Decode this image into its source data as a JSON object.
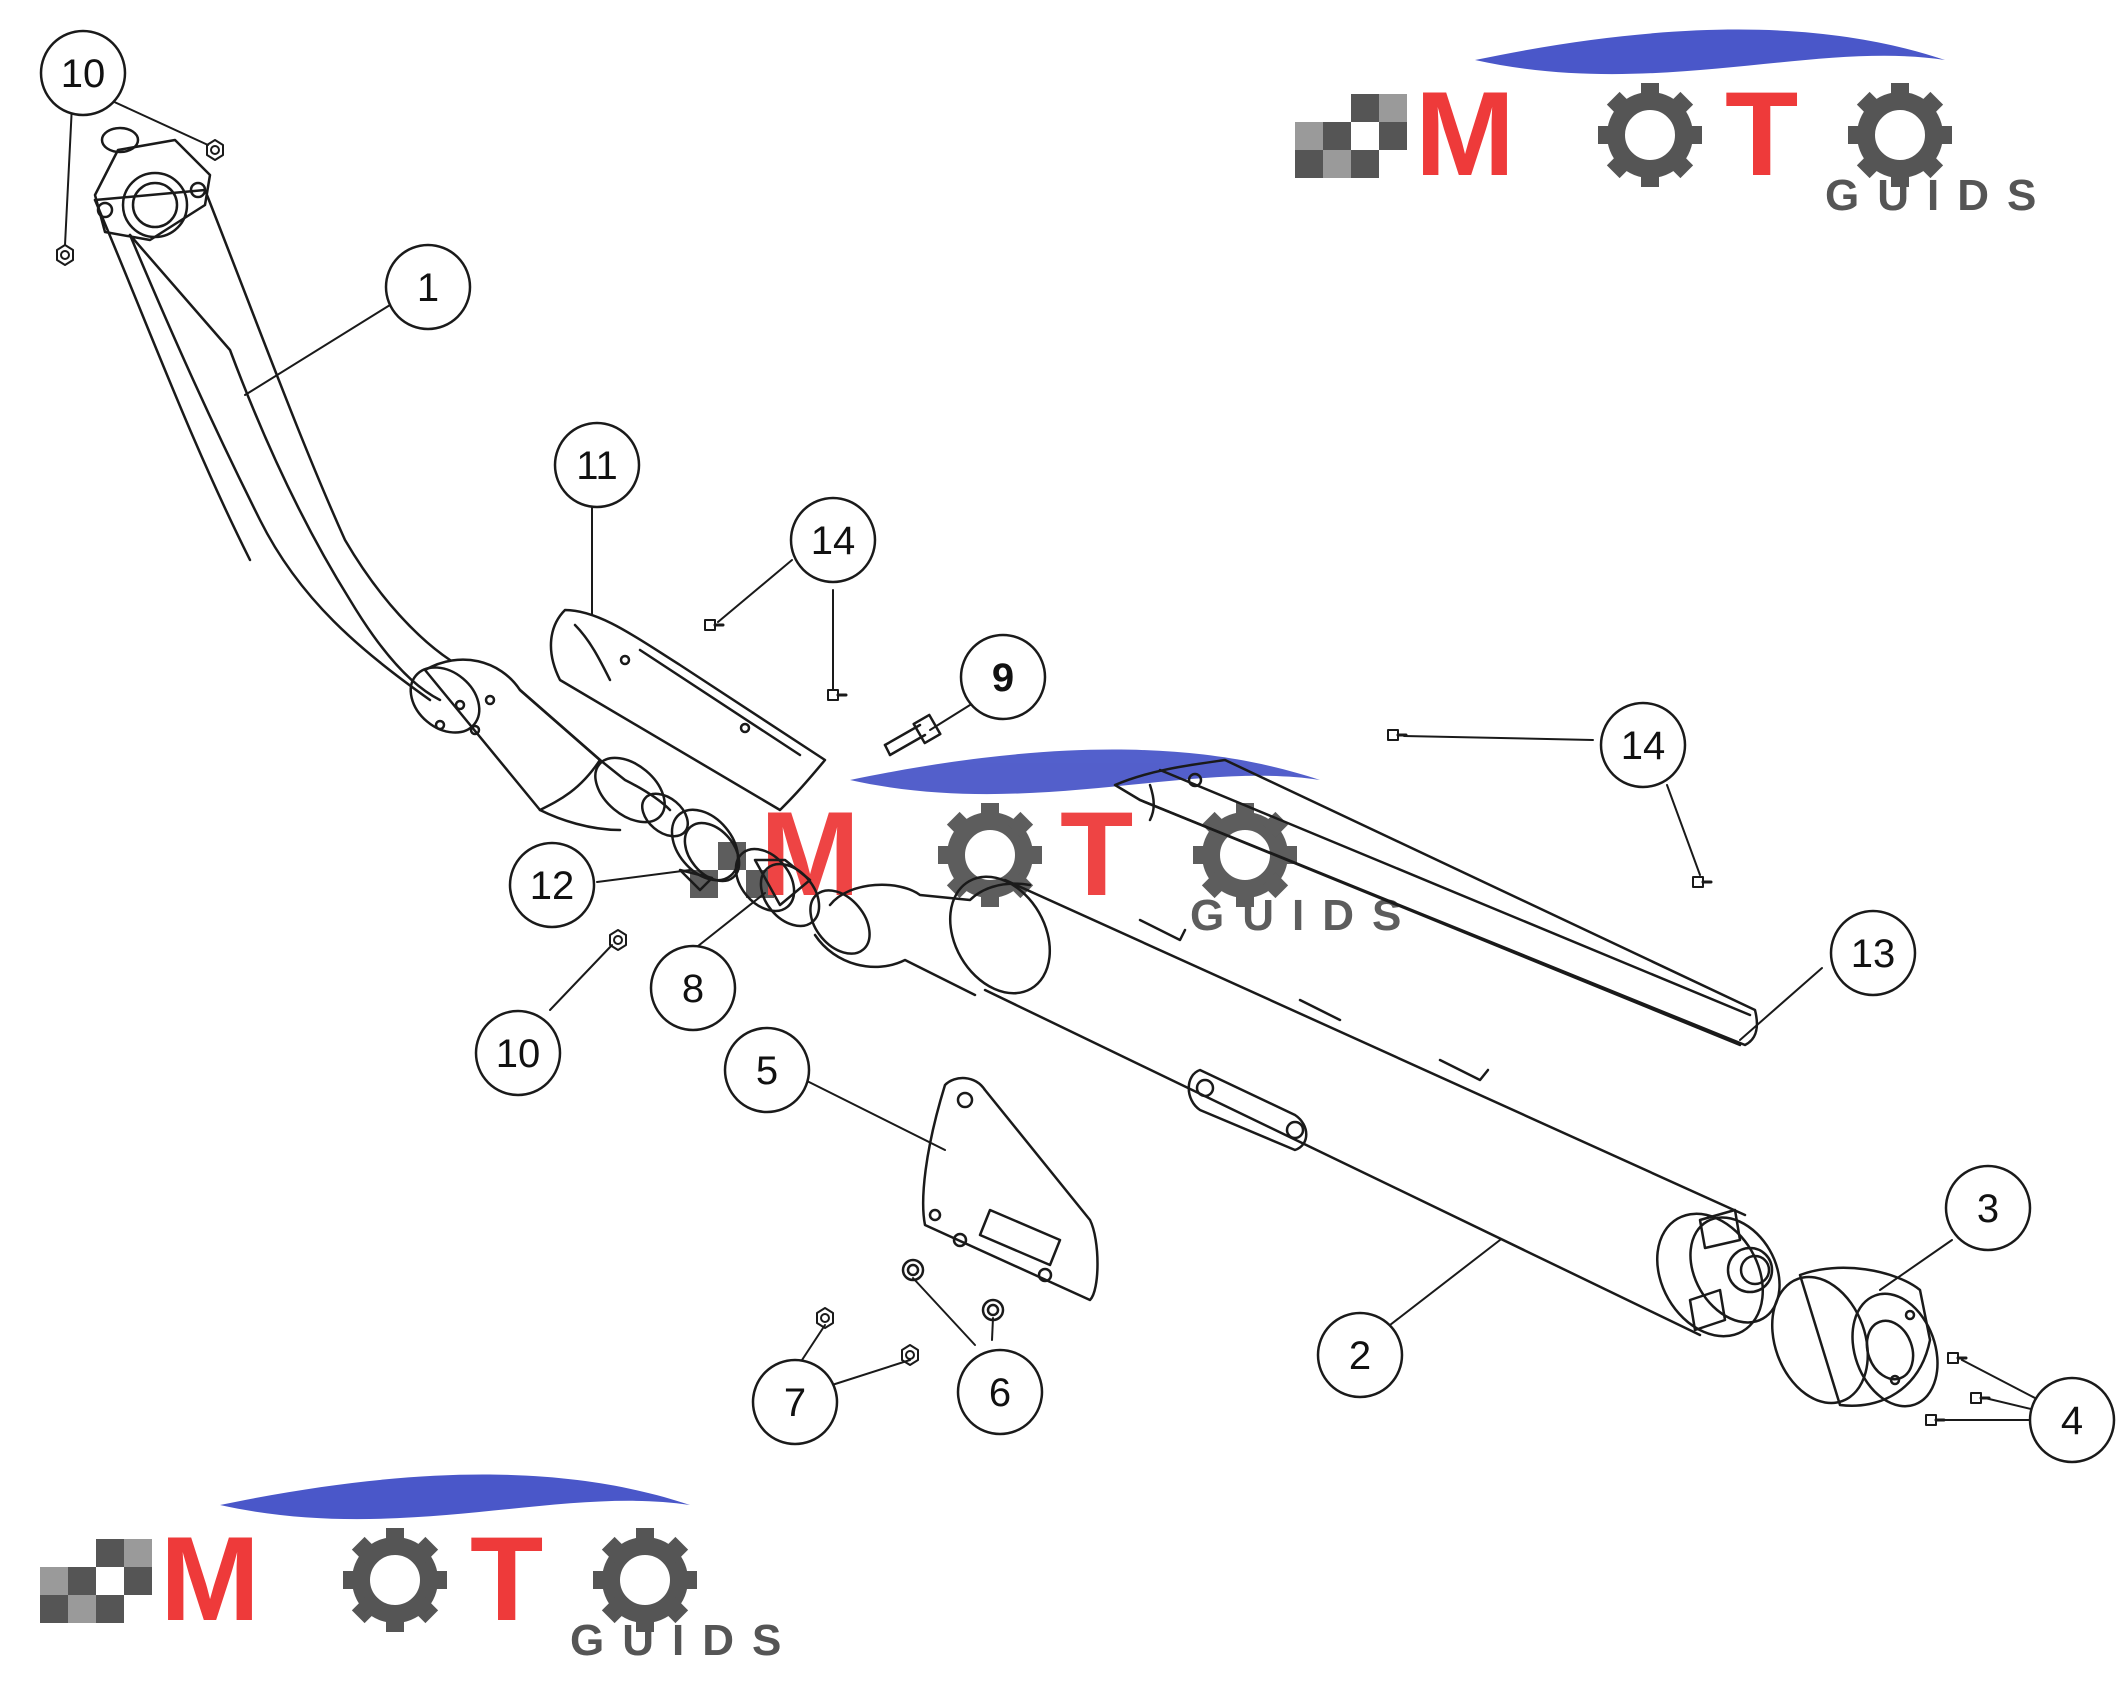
{
  "logo": {
    "word": "MOTO",
    "sub": "GUIDS",
    "colors": {
      "red": "#ee3a3a",
      "blue": "#4a57c9",
      "gray": "#555555",
      "light": "#9a9a9a"
    }
  },
  "callouts": [
    {
      "id": "c10a",
      "label": "10"
    },
    {
      "id": "c1",
      "label": "1"
    },
    {
      "id": "c11",
      "label": "11"
    },
    {
      "id": "c14a",
      "label": "14"
    },
    {
      "id": "c9",
      "label": "9"
    },
    {
      "id": "c14b",
      "label": "14"
    },
    {
      "id": "c12",
      "label": "12"
    },
    {
      "id": "c8",
      "label": "8"
    },
    {
      "id": "c10b",
      "label": "10"
    },
    {
      "id": "c13",
      "label": "13"
    },
    {
      "id": "c5",
      "label": "5"
    },
    {
      "id": "c3",
      "label": "3"
    },
    {
      "id": "c2",
      "label": "2"
    },
    {
      "id": "c7",
      "label": "7"
    },
    {
      "id": "c6",
      "label": "6"
    },
    {
      "id": "c4",
      "label": "4"
    }
  ],
  "line_color": "#1a1a1a"
}
